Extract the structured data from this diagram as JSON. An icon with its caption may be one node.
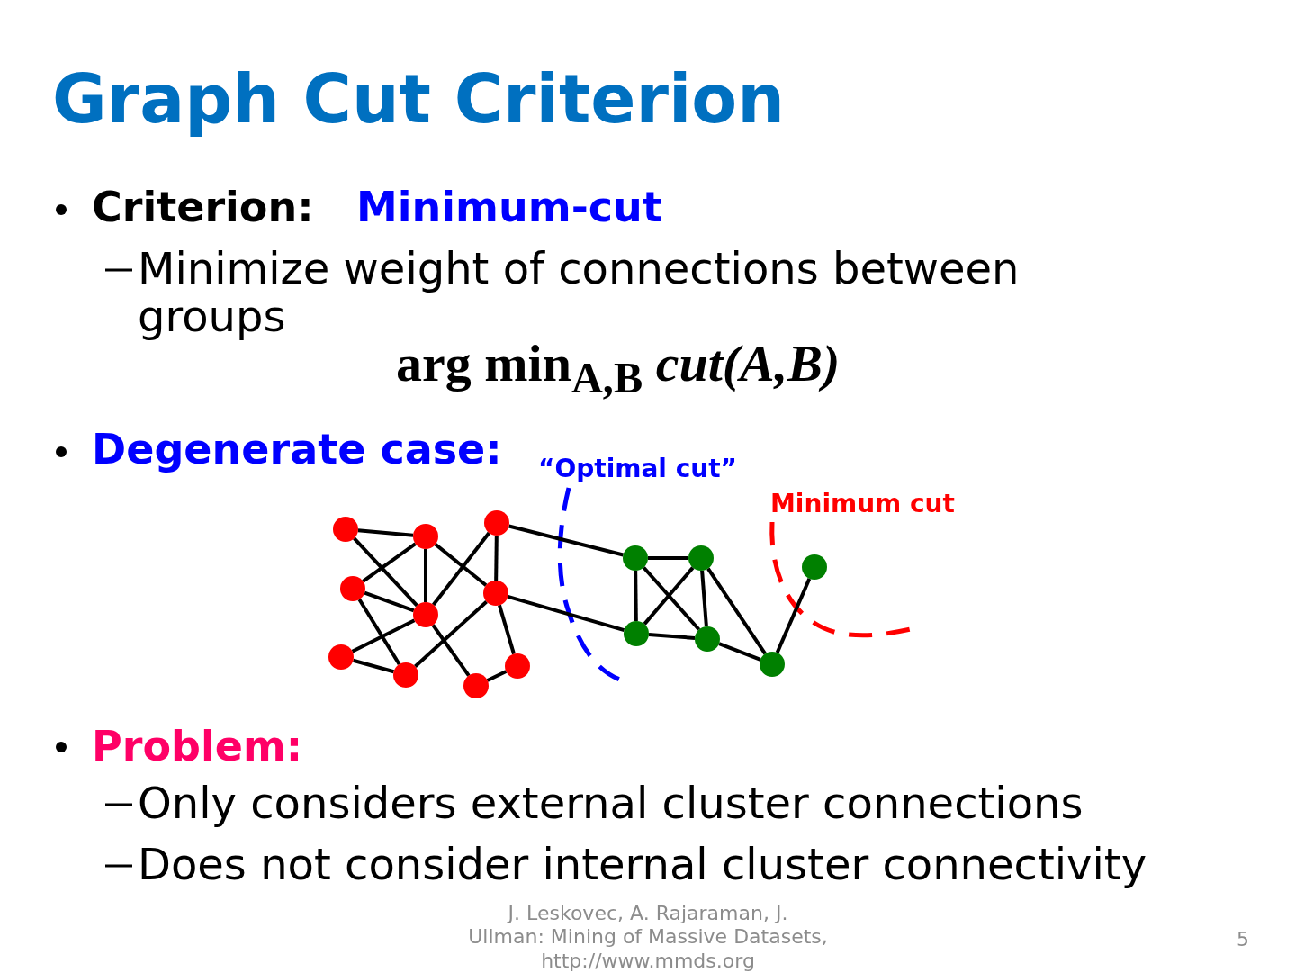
{
  "diagram": {
    "title": "Graph Cut Criterion",
    "nodes": [
      {
        "text": [],
        "shape": "circle"
      },
      {
        "text": [],
        "shape": "circle"
      },
      {
        "text": [],
        "shape": "circle"
      },
      {
        "text": [],
        "shape": "circle"
      },
      {
        "text": [],
        "shape": "circle"
      },
      {
        "text": [],
        "shape": "circle"
      },
      {
        "text": [],
        "shape": "circle"
      },
      {
        "text": [],
        "shape": "circle"
      },
      {
        "text": [],
        "shape": "circle"
      },
      {
        "text": [],
        "shape": "circle"
      },
      {
        "text": [],
        "shape": "circle"
      },
      {
        "text": [],
        "shape": "circle"
      },
      {
        "text": [],
        "shape": "circle"
      },
      {
        "text": [],
        "shape": "circle"
      },
      {
        "text": [],
        "shape": "circle"
      },
      {
        "text": [],
        "shape": "circle"
      }
    ],
    "edges": [
      {
        "from": 1,
        "to": 4,
        "arrow": "none"
      },
      {
        "from": 1,
        "to": 5,
        "arrow": "none"
      },
      {
        "from": 4,
        "to": 2,
        "arrow": "none"
      },
      {
        "from": 4,
        "to": 5,
        "arrow": "none"
      },
      {
        "from": 4,
        "to": 7,
        "arrow": "none"
      },
      {
        "from": 8,
        "to": 5,
        "arrow": "none"
      },
      {
        "from": 8,
        "to": 7,
        "arrow": "none"
      },
      {
        "from": 8,
        "to": 10,
        "arrow": "none"
      },
      {
        "from": 2,
        "to": 5,
        "arrow": "none"
      },
      {
        "from": 2,
        "to": 3,
        "arrow": "none"
      },
      {
        "from": 5,
        "to": 0,
        "arrow": "none"
      },
      {
        "from": 0,
        "to": 3,
        "arrow": "none"
      },
      {
        "from": 7,
        "to": 3,
        "arrow": "none"
      },
      {
        "from": 5,
        "to": 6,
        "arrow": "none"
      },
      {
        "from": 7,
        "to": 9,
        "arrow": "none"
      },
      {
        "from": 6,
        "to": 9,
        "arrow": "none"
      },
      {
        "from": 7,
        "to": 11,
        "arrow": "none"
      },
      {
        "from": 10,
        "to": 12,
        "arrow": "none"
      },
      {
        "from": 10,
        "to": 11,
        "arrow": "none"
      },
      {
        "from": 10,
        "to": 13,
        "arrow": "none"
      },
      {
        "from": 12,
        "to": 11,
        "arrow": "none"
      },
      {
        "from": 12,
        "to": 13,
        "arrow": "none"
      },
      {
        "from": 12,
        "to": 14,
        "arrow": "none"
      },
      {
        "from": 11,
        "to": 13,
        "arrow": "none"
      },
      {
        "from": 13,
        "to": 14,
        "arrow": "none"
      },
      {
        "from": 14,
        "to": 15,
        "arrow": "none"
      }
    ],
    "labels": [
      "Criterion:",
      "Minimum-cut",
      "Minimize weight of connections between groups",
      "arg min$_{A,B}$ *cut(A,B)*",
      "Degenerate case:",
      "“Optimal cut”",
      "Minimum cut",
      "Problem:",
      "Only considers external cluster connections",
      "Does not consider internal cluster connectivity",
      "J. Leskovec, A. Rajaraman, J. Ullman: Mining of Massive Datasets, http://www.mmds.org",
      "5"
    ]
  }
}
